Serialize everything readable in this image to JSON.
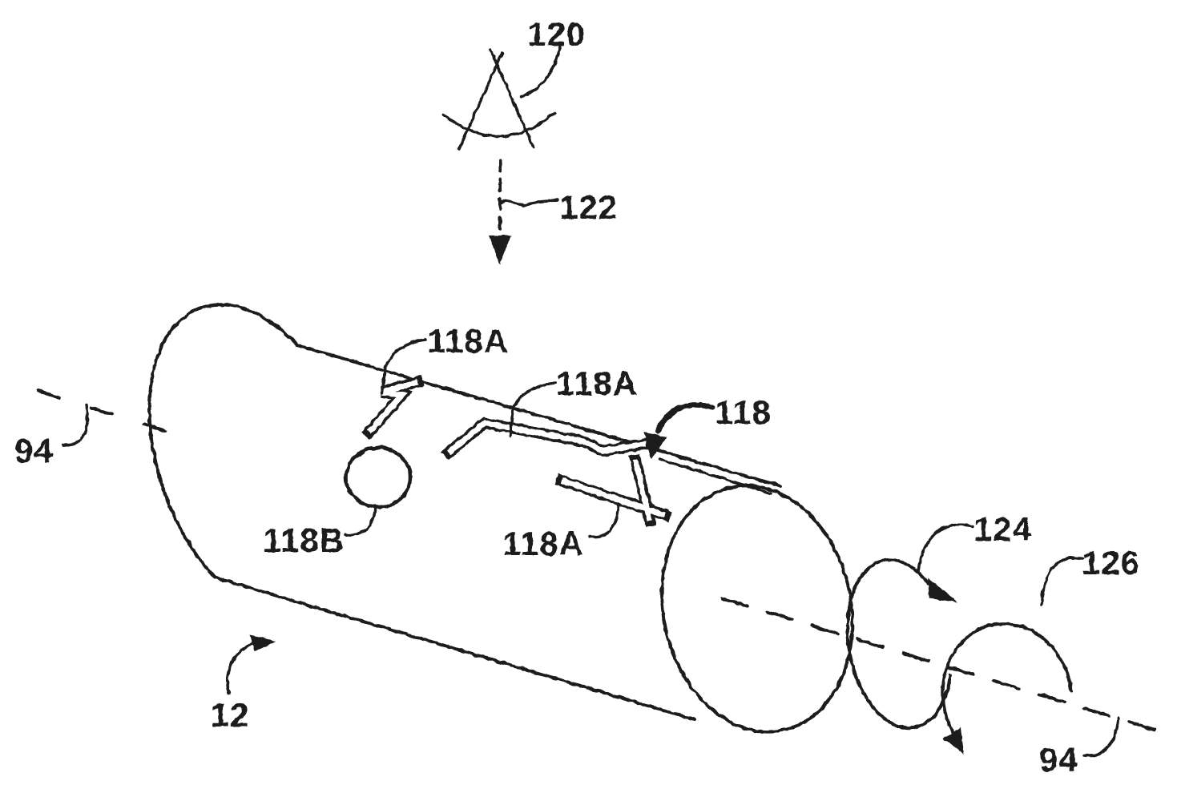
{
  "figure": {
    "background_color": "#ffffff",
    "ink_color": "#1c1c1c",
    "reference_labels": {
      "beam_symbol": "120",
      "beam_direction": "122",
      "slot_first": "118A",
      "slot_second": "118A",
      "slot_third": "118A",
      "slot_round": "118B",
      "antenna_group": "118",
      "axis_left": "94",
      "axis_right": "94",
      "cylinder": "12",
      "rotation_near": "124",
      "rotation_far": "126"
    }
  }
}
